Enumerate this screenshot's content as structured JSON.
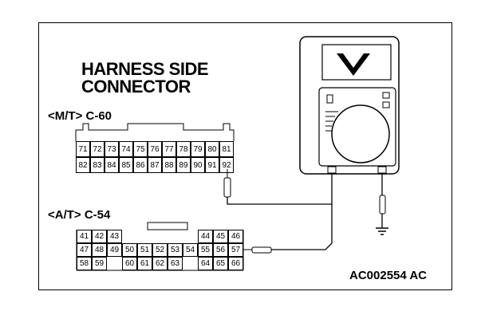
{
  "title": [
    "HARNESS SIDE",
    "CONNECTOR"
  ],
  "mt": {
    "label": "<M/T> C-60",
    "row1": [
      "71",
      "72",
      "73",
      "74",
      "75",
      "76",
      "77",
      "78",
      "79",
      "80",
      "81"
    ],
    "row2": [
      "82",
      "83",
      "84",
      "85",
      "86",
      "87",
      "88",
      "89",
      "90",
      "91",
      "92"
    ]
  },
  "at": {
    "label": "<A/T> C-54",
    "row1": [
      "41",
      "42",
      "43",
      "",
      "",
      "",
      "",
      "",
      "44",
      "45",
      "46"
    ],
    "row2": [
      "47",
      "48",
      "49",
      "50",
      "51",
      "52",
      "53",
      "54",
      "55",
      "56",
      "57"
    ],
    "row3": [
      "58",
      "59",
      "",
      "60",
      "61",
      "62",
      "63",
      "",
      "64",
      "65",
      "66"
    ]
  },
  "code": "AC002554 AC"
}
